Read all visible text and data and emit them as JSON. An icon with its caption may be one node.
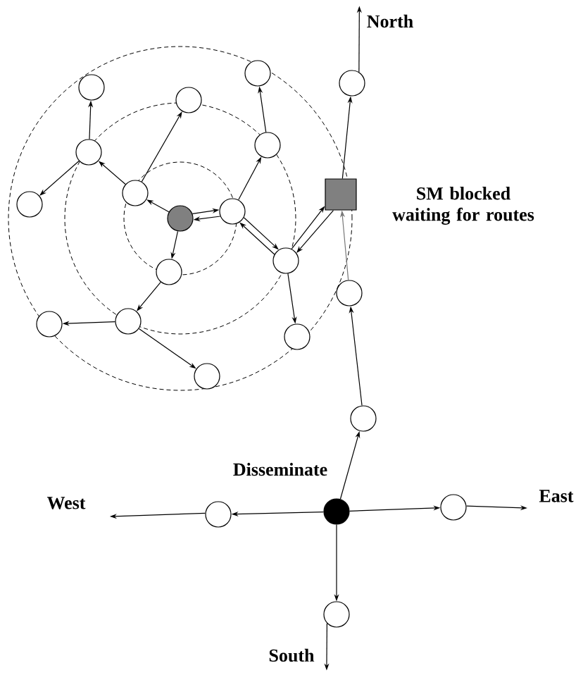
{
  "diagram": {
    "nodes": [
      {
        "text": [],
        "shape": "circle"
      },
      {
        "text": [],
        "shape": "circle"
      },
      {
        "text": [],
        "shape": "circle"
      },
      {
        "text": [],
        "shape": "circle"
      },
      {
        "text": [],
        "shape": "circle"
      },
      {
        "text": [],
        "shape": "circle"
      },
      {
        "text": [],
        "shape": "circle"
      },
      {
        "text": [],
        "shape": "box",
        "beside": [
          "SM blocked waiting for routes"
        ]
      },
      {
        "text": [],
        "shape": "circle"
      },
      {
        "text": [],
        "shape": "circle"
      },
      {
        "text": [],
        "shape": "circle"
      },
      {
        "text": [],
        "shape": "circle"
      },
      {
        "text": [],
        "shape": "circle"
      },
      {
        "text": [],
        "shape": "circle"
      },
      {
        "text": [],
        "shape": "circle"
      },
      {
        "text": [],
        "shape": "circle"
      },
      {
        "text": [],
        "shape": "circle"
      },
      {
        "text": [],
        "shape": "circle"
      },
      {
        "text": [],
        "shape": "circle"
      },
      {
        "text": [],
        "shape": "circle",
        "beside": [
          "Disseminate"
        ]
      },
      {
        "text": [],
        "shape": "circle"
      },
      {
        "text": [],
        "shape": "circle"
      },
      {
        "text": [],
        "shape": "circle"
      },
      {
        "text": [
          "North"
        ]
      },
      {
        "text": [
          "West"
        ]
      },
      {
        "text": [
          "East"
        ]
      },
      {
        "text": [
          "South"
        ]
      }
    ],
    "edges": [
      {
        "from": 10,
        "to": 6,
        "arrow": "to"
      },
      {
        "from": 10,
        "to": 12,
        "arrow": "to"
      },
      {
        "from": 9,
        "to": 10,
        "arrow": "to"
      },
      {
        "from": 10,
        "to": 9,
        "arrow": "to"
      },
      {
        "from": 6,
        "to": 5,
        "arrow": "to"
      },
      {
        "from": 6,
        "to": 3,
        "arrow": "to"
      },
      {
        "from": 5,
        "to": 2,
        "arrow": "to"
      },
      {
        "from": 5,
        "to": 8,
        "arrow": "to"
      },
      {
        "from": 9,
        "to": 4,
        "arrow": "to"
      },
      {
        "from": 4,
        "to": 0,
        "arrow": "to"
      },
      {
        "from": 9,
        "to": 11,
        "arrow": "to"
      },
      {
        "from": 11,
        "to": 9,
        "arrow": "to"
      },
      {
        "from": 11,
        "to": 7,
        "arrow": "to"
      },
      {
        "from": 7,
        "to": 11,
        "arrow": "to"
      },
      {
        "from": 11,
        "to": 16,
        "arrow": "to"
      },
      {
        "from": 12,
        "to": 14,
        "arrow": "to"
      },
      {
        "from": 14,
        "to": 15,
        "arrow": "to"
      },
      {
        "from": 14,
        "to": 17,
        "arrow": "to"
      },
      {
        "from": 7,
        "to": 1,
        "arrow": "to"
      },
      {
        "from": 13,
        "to": 7,
        "arrow": "to",
        "color": "#777777"
      },
      {
        "from": 18,
        "to": 13,
        "arrow": "to"
      },
      {
        "from": 19,
        "to": 18,
        "arrow": "to"
      },
      {
        "from": 19,
        "to": 20,
        "arrow": "to"
      },
      {
        "from": 19,
        "to": 21,
        "arrow": "to"
      },
      {
        "from": 19,
        "to": 22,
        "arrow": "to"
      },
      {
        "from": 1,
        "to": 23,
        "arrow": "to"
      },
      {
        "from": 20,
        "to": 24,
        "arrow": "to"
      },
      {
        "from": 21,
        "to": 25,
        "arrow": "to"
      },
      {
        "from": 22,
        "to": 26,
        "arrow": "to"
      }
    ]
  }
}
